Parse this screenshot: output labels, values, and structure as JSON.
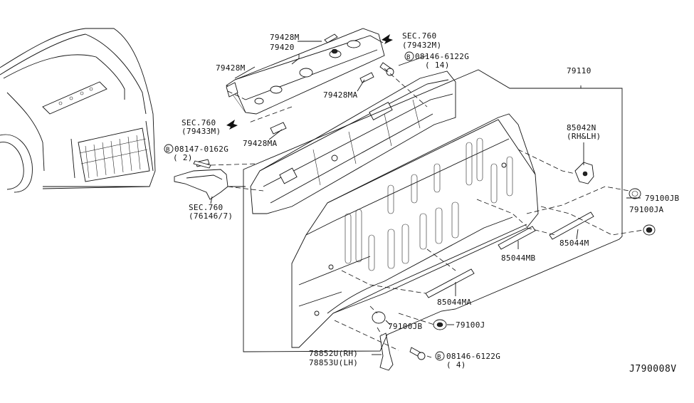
{
  "labels": {
    "p79428M_a": "79428M",
    "p79420": "79420",
    "p79428M_b": "79428M",
    "p79428MA_a": "79428MA",
    "p79428MA_b": "79428MA",
    "sec760_top": "SEC.760",
    "sec760_top_sub": "(79432M)",
    "bolt_top": "08146-6122G",
    "bolt_top_qty": "( 14)",
    "p79110": "79110",
    "sec760_left": "SEC.760",
    "sec760_left_sub": "(79433M)",
    "bolt_left": "08147-0162G",
    "bolt_left_qty": "( 2)",
    "sec760_bottom": "SEC.760",
    "sec760_bottom_sub": "(76146/7)",
    "p85042N": "85042N",
    "p85042N_sub": "(RH&LH)",
    "p79100JB_a": "79100JB",
    "p79100JA": "79100JA",
    "p85044M": "85044M",
    "p85044MB": "85044MB",
    "p85044MA": "85044MA",
    "p79100JB_b": "79100JB",
    "p79100J": "79100J",
    "p78852U": "78852U(RH)",
    "p78853U": "78853U(LH)",
    "bolt_bottom": "08146-6122G",
    "bolt_bottom_qty": "( 4)",
    "bolt_marker": "B",
    "diagram_code": "J790008V"
  }
}
